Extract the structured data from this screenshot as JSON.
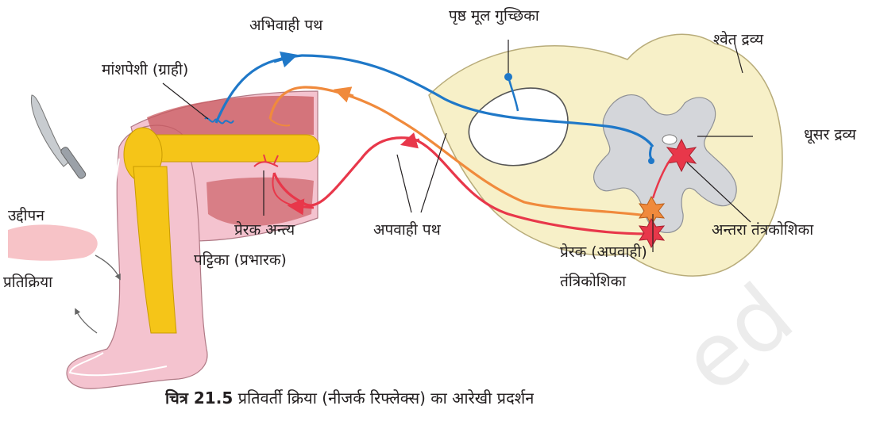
{
  "labels": {
    "afferent_path": "अभिवाही पथ",
    "dorsal_root_ganglion": "पृष्ठ मूल गुच्छिका",
    "white_matter": "श्वेत द्रव्य",
    "muscle_receptor": "मांशपेशी (ग्राही)",
    "grey_matter": "धूसर द्रव्य",
    "stimulus": "उद्दीपन",
    "motor_end_plate_line1": "प्रेरक अन्त्य",
    "motor_end_plate_line2": "पट्टिका (प्रभारक)",
    "efferent_path": "अपवाही पथ",
    "interneuron": "अन्तरा तंत्रकोशिका",
    "motor_neuron_line1": "प्रेरक (अपवाही)",
    "motor_neuron_line2": "तंत्रिकोशिका",
    "response": "प्रतिक्रिया"
  },
  "caption": {
    "number": "चित्र 21.5",
    "text": "प्रतिवर्ती क्रिया (नीजर्क रिफ्लेक्स) का आरेखी प्रदर्शन"
  },
  "colors": {
    "afferent": "#1f78c8",
    "efferent_red": "#e8374a",
    "efferent_orange": "#f08a3c",
    "cord_white": "#f7f0c8",
    "cord_grey": "#d4d6da",
    "bone": "#f5c518",
    "skin": "#f4c3cf",
    "muscle": "#c9595f"
  }
}
